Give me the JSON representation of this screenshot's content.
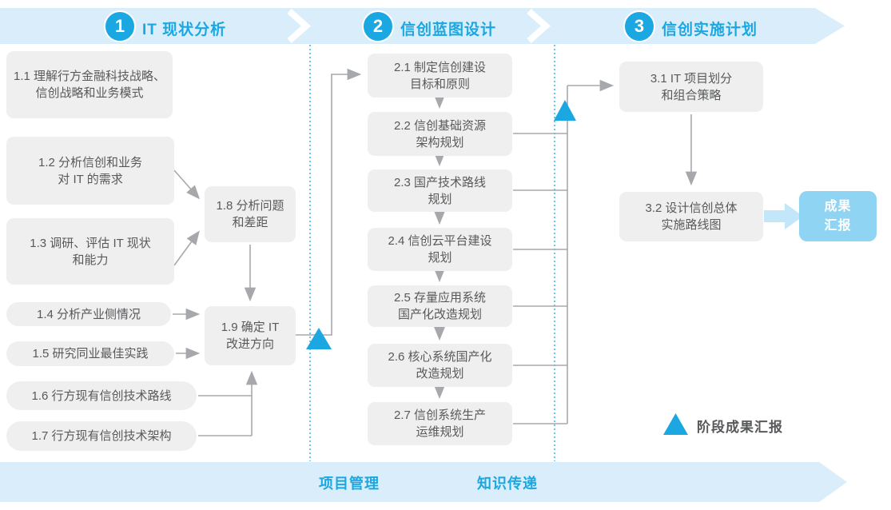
{
  "title": "信创规划三阶段流程图",
  "colors": {
    "accent_blue": "#1BA7E1",
    "band_blue": "#D9EEFA",
    "box_gray": "#EFEFEF",
    "text_gray": "#58595B",
    "line_gray": "#A6A8AB",
    "result_box_blue": "#8FD4F2",
    "result_arrow_blue": "#C2E7F8",
    "dotted_line_blue": "#35B5E8"
  },
  "phases": [
    {
      "number": "1",
      "title": "IT 现状分析"
    },
    {
      "number": "2",
      "title": "信创蓝图设计"
    },
    {
      "number": "3",
      "title": "信创实施计划"
    }
  ],
  "phase1": {
    "b11": "1.1 理解行方金融科技战略、\n信创战略和业务模式",
    "b12": "1.2 分析信创和业务\n对 IT 的需求",
    "b13": "1.3 调研、评估 IT 现状\n和能力",
    "b14": "1.4 分析产业侧情况",
    "b15": "1.5 研究同业最佳实践",
    "b16": "1.6 行方现有信创技术路线",
    "b17": "1.7 行方现有信创技术架构",
    "b18": "1.8 分析问题\n和差距",
    "b19": "1.9 确定 IT\n改进方向"
  },
  "phase2": {
    "b21": "2.1 制定信创建设\n目标和原则",
    "b22": "2.2 信创基础资源\n架构规划",
    "b23": "2.3 国产技术路线\n规划",
    "b24": "2.4 信创云平台建设\n规划",
    "b25": "2.5 存量应用系统\n国产化改造规划",
    "b26": "2.6 核心系统国产化\n改造规划",
    "b27": "2.7 信创系统生产\n运维规划"
  },
  "phase3": {
    "b31": "3.1 IT 项目划分\n和组合策略",
    "b32": "3.2 设计信创总体\n实施路线图",
    "result": "成果\n汇报"
  },
  "legend": {
    "label": "阶段成果汇报"
  },
  "footer": {
    "left": "项目管理",
    "right": "知识传递"
  }
}
